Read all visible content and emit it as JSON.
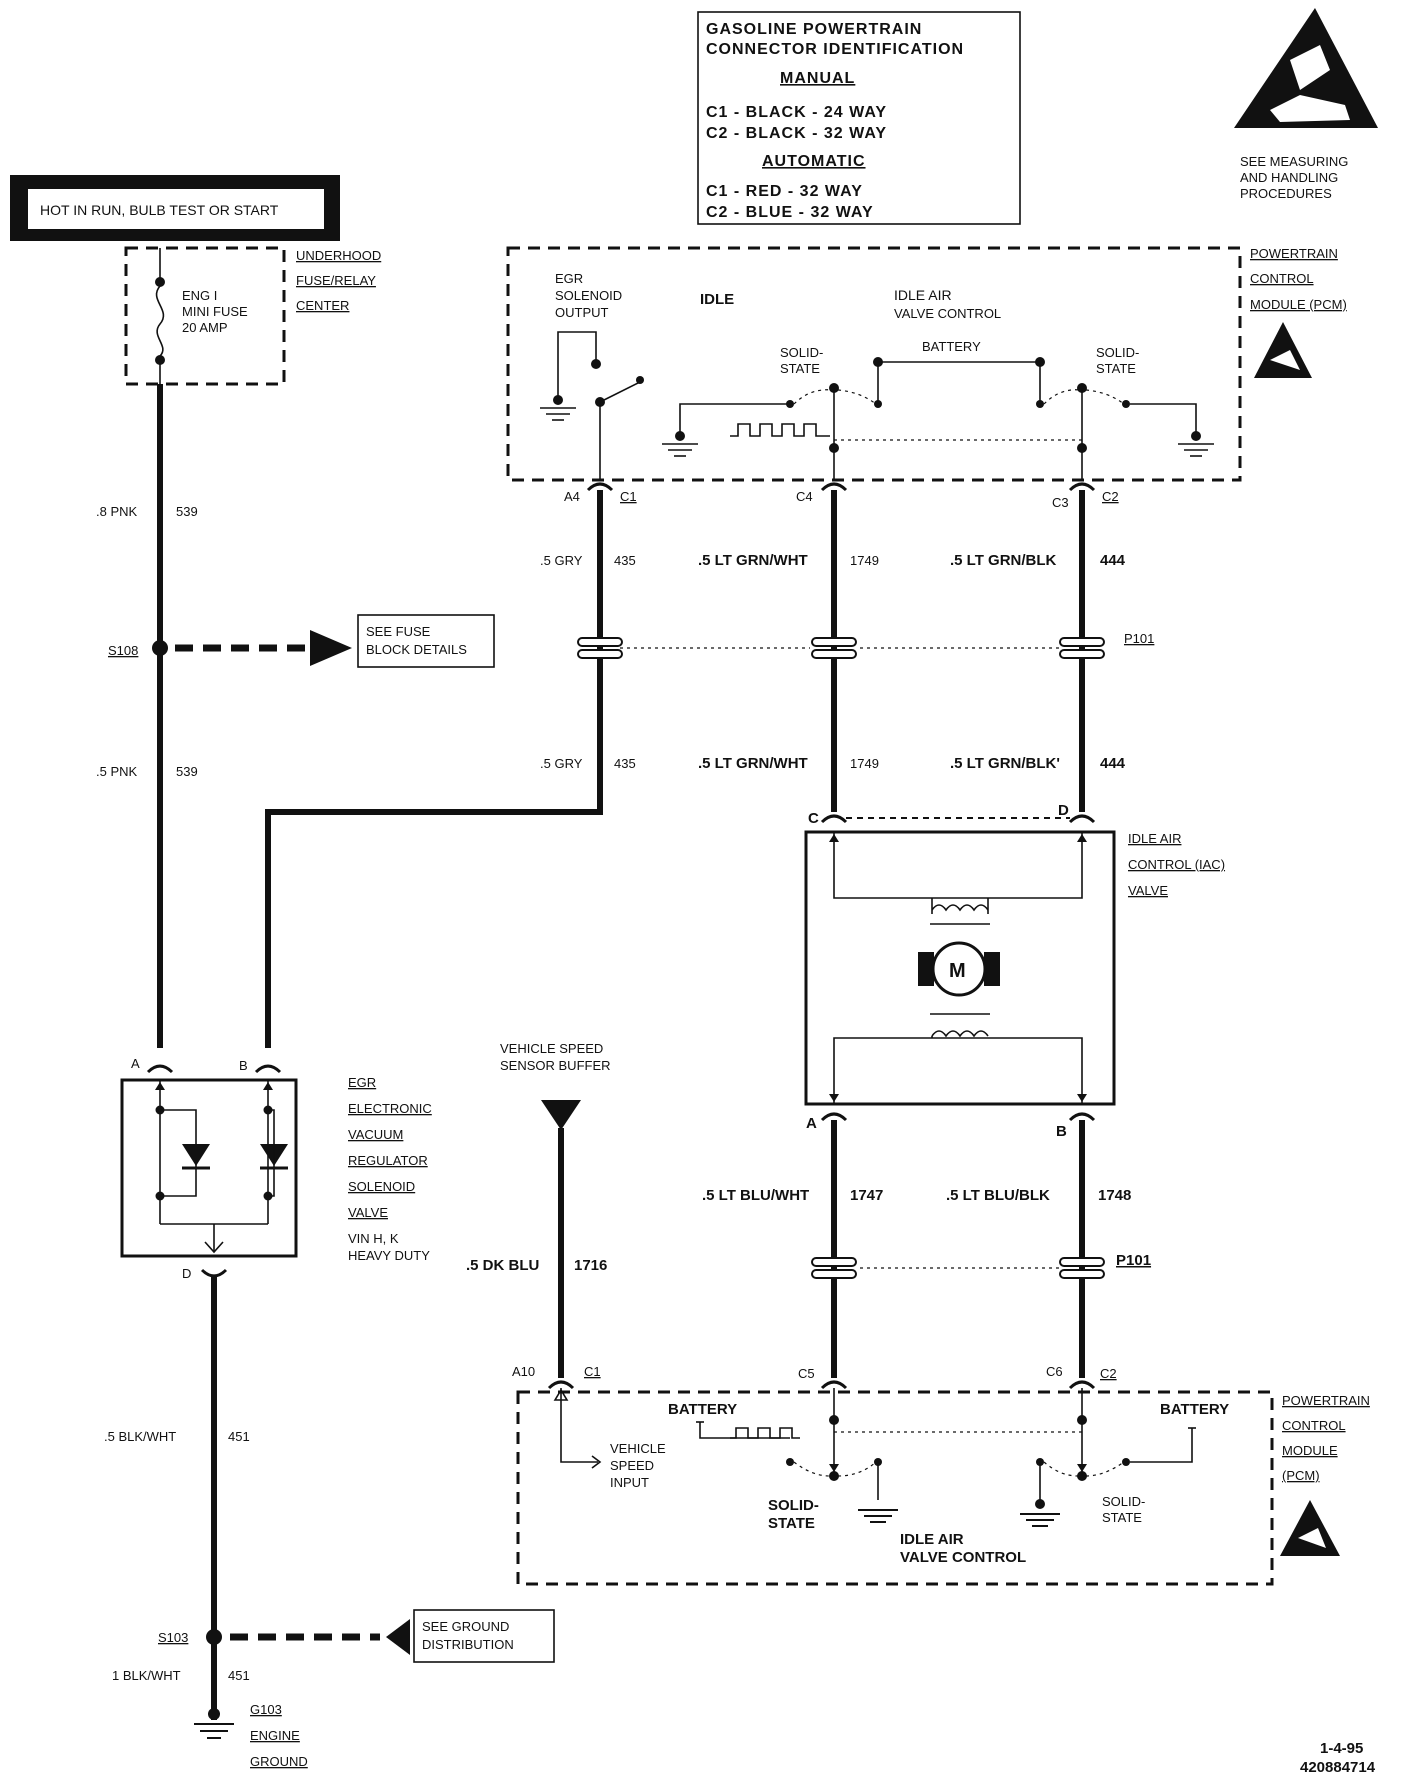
{
  "header": {
    "connector_box": {
      "title_line1": "GASOLINE POWERTRAIN",
      "title_line2": "CONNECTOR IDENTIFICATION",
      "manual_heading": "MANUAL",
      "manual_c1": "C1  -  BLACK   -  24 WAY",
      "manual_c2": "C2  -  BLACK   -  32 WAY",
      "automatic_heading": "AUTOMATIC",
      "automatic_c1": "C1  -  RED        -  32 WAY",
      "automatic_c2": "C2  -  BLUE      -  32 WAY"
    },
    "esd_note": {
      "line1": "SEE MEASURING",
      "line2": "AND HANDLING",
      "line3": "PROCEDURES"
    }
  },
  "power": {
    "hot_label": "HOT IN RUN, BULB TEST OR START",
    "fuse_line1": "ENG I",
    "fuse_line2": "MINI FUSE",
    "fuse_line3": "20 AMP",
    "center_line1": "UNDERHOOD",
    "center_line2": "FUSE/RELAY",
    "center_line3": "CENTER"
  },
  "pcm_top": {
    "name_line1": "POWERTRAIN",
    "name_line2": "CONTROL",
    "name_line3": "MODULE  (PCM)",
    "egr_line1": "EGR",
    "egr_line2": "SOLENOID",
    "egr_line3": "OUTPUT",
    "idle": "IDLE",
    "iac_line1": "IDLE AIR",
    "iac_line2": "VALVE CONTROL",
    "solid_left_1": "SOLID-",
    "solid_left_2": "STATE",
    "battery": "BATTERY",
    "solid_right_1": "SOLID-",
    "solid_right_2": "STATE",
    "pin_a4": "A4",
    "conn_c1": "C1",
    "pin_c4": "C4",
    "pin_c3": "C3",
    "conn_c2": "C2"
  },
  "wires": {
    "w539_upper_gauge": ".8 PNK",
    "w539_upper_num": "539",
    "w539_lower_gauge": ".5 PNK",
    "w539_lower_num": "539",
    "w435_upper_gauge": ".5 GRY",
    "w435_upper_num": "435",
    "w435_lower_gauge": ".5 GRY",
    "w435_lower_num": "435",
    "w1749_upper_gauge": ".5 LT GRN/WHT",
    "w1749_upper_num": "1749",
    "w1749_lower_gauge": ".5 LT GRN/WHT",
    "w1749_lower_num": "1749",
    "w444_upper_gauge": ".5 LT GRN/BLK",
    "w444_upper_num": "444",
    "w444_lower_gauge": ".5 LT GRN/BLK'",
    "w444_lower_num": "444",
    "w1747_gauge": ".5 LT BLU/WHT",
    "w1747_num": "1747",
    "w1748_gauge": ".5 LT BLU/BLK",
    "w1748_num": "1748",
    "w1716_gauge": ".5 DK  BLU",
    "w1716_num": "1716",
    "w451_upper_gauge": ".5 BLK/WHT",
    "w451_upper_num": "451",
    "w451_lower_gauge": "1 BLK/WHT",
    "w451_lower_num": "451"
  },
  "splices": {
    "s108": "S108",
    "s108_note_line1": "SEE FUSE",
    "s108_note_line2": "BLOCK DETAILS",
    "p101_upper": "P101",
    "p101_lower": "P101",
    "s103": "S103",
    "s103_note_line1": "SEE GROUND",
    "s103_note_line2": "DISTRIBUTION"
  },
  "iac_valve": {
    "name_line1": "IDLE AIR",
    "name_line2": "CONTROL  (IAC)",
    "name_line3": "VALVE",
    "pin_c": "C",
    "pin_d": "D",
    "pin_a": "A",
    "pin_b": "B",
    "motor": "M"
  },
  "egr_valve": {
    "pin_a": "A",
    "pin_b": "B",
    "pin_d": "D",
    "name_line1": "EGR",
    "name_line2": "ELECTRONIC",
    "name_line3": "VACUUM",
    "name_line4": "REGULATOR",
    "name_line5": "SOLENOID",
    "name_line6": "VALVE",
    "note_line1": "VIN H, K",
    "note_line2": "HEAVY DUTY"
  },
  "vss": {
    "line1": "VEHICLE SPEED",
    "line2": "SENSOR BUFFER"
  },
  "pcm_bottom": {
    "pin_a10": "A10",
    "conn_c1": "C1",
    "pin_c5": "C5",
    "pin_c6": "C6",
    "conn_c2": "C2",
    "battery_left": "BATTERY",
    "battery_right": "BATTERY",
    "vsi_line1": "VEHICLE",
    "vsi_line2": "SPEED",
    "vsi_line3": "INPUT",
    "solid_left_1": "SOLID-",
    "solid_left_2": "STATE",
    "solid_right_1": "SOLID-",
    "solid_right_2": "STATE",
    "iac_line1": "IDLE AIR",
    "iac_line2": "VALVE CONTROL",
    "name_line1": "POWERTRAIN",
    "name_line2": "CONTROL",
    "name_line3": "MODULE",
    "name_line4": "(PCM)"
  },
  "ground": {
    "name": "G103",
    "line1": "ENGINE",
    "line2": "GROUND"
  },
  "footer": {
    "date": "1-4-95",
    "code": "420884714"
  }
}
